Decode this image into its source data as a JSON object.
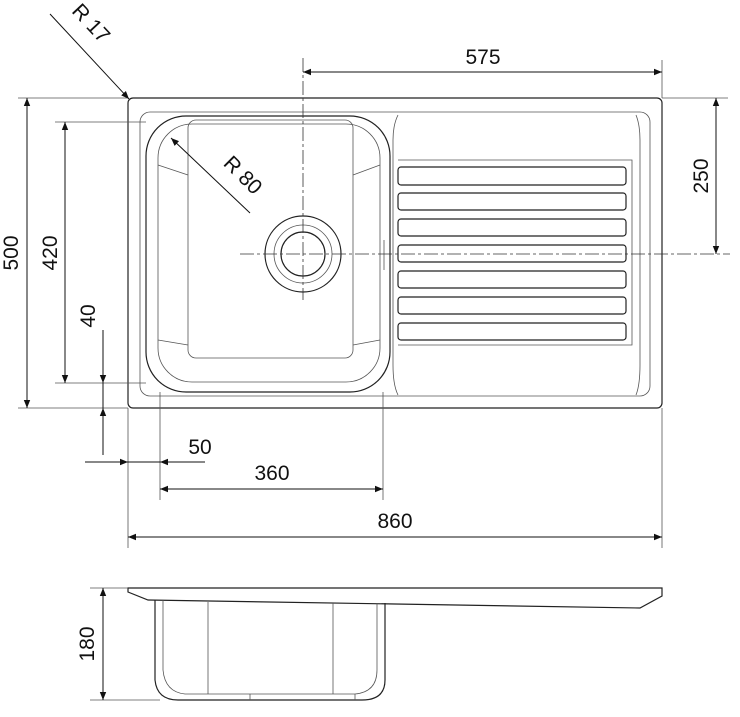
{
  "drawing": {
    "top_view": {
      "corner_radius_label": "R 17",
      "bowl_radius_label": "R 80",
      "drainer_ribs": 7
    },
    "dimensions": {
      "overall_width": "860",
      "overall_depth": "500",
      "bowl_depth": "420",
      "rim_offset": "40",
      "bowl_offset": "50",
      "bowl_width": "360",
      "drain_to_right_edge": "575",
      "drain_to_top_edge": "250",
      "bowl_height": "180"
    }
  }
}
